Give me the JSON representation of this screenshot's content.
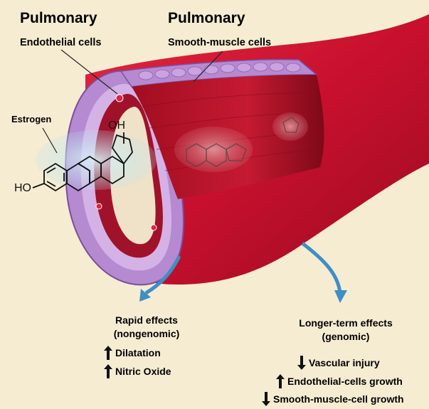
{
  "labels": {
    "pulmonary_1": "Pulmonary",
    "pulmonary_2": "Pulmonary",
    "endothelial": "Endothelial cells",
    "smooth_muscle": "Smooth-muscle cells",
    "estrogen": "Estrogen",
    "oh": "OH",
    "ho": "HO"
  },
  "rapid": {
    "title_line1": "Rapid effects",
    "title_line2": "(nongenomic)",
    "items": [
      {
        "direction": "up",
        "text": "Dilatation"
      },
      {
        "direction": "up",
        "text": "Nitric Oxide"
      }
    ]
  },
  "longer": {
    "title_line1": "Longer-term effects",
    "title_line2": "(genomic)",
    "items": [
      {
        "direction": "down",
        "text": "Vascular injury"
      },
      {
        "direction": "up",
        "text": "Endothelial-cells growth"
      },
      {
        "direction": "down",
        "text": "Smooth-muscle-cell growth"
      }
    ]
  },
  "colors": {
    "background": "#f6ecd2",
    "vessel_red": "#c8102e",
    "smooth_muscle_purple": "#b58ad0",
    "arrow_blue": "#3f8ec4"
  }
}
